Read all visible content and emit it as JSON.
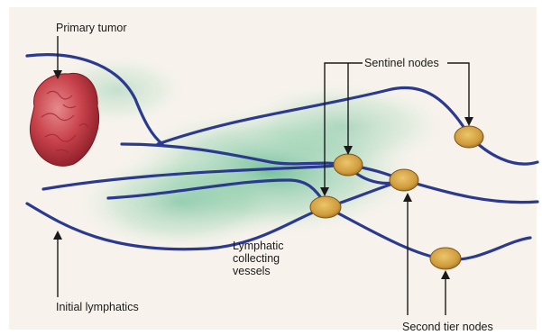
{
  "labels": {
    "primary_tumor": "Primary tumor",
    "sentinel_nodes": "Sentinel nodes",
    "lymphatic_vessels": [
      "Lymphatic",
      "collecting",
      "vessels"
    ],
    "initial_lymphatics": "Initial lymphatics",
    "second_tier_nodes": "Second tier nodes"
  },
  "colors": {
    "background": "#f7f3ec",
    "vessel": "#2b3a8f",
    "node": "#d4a447",
    "tumor": "#c8424a",
    "glow": "#4fb287"
  }
}
